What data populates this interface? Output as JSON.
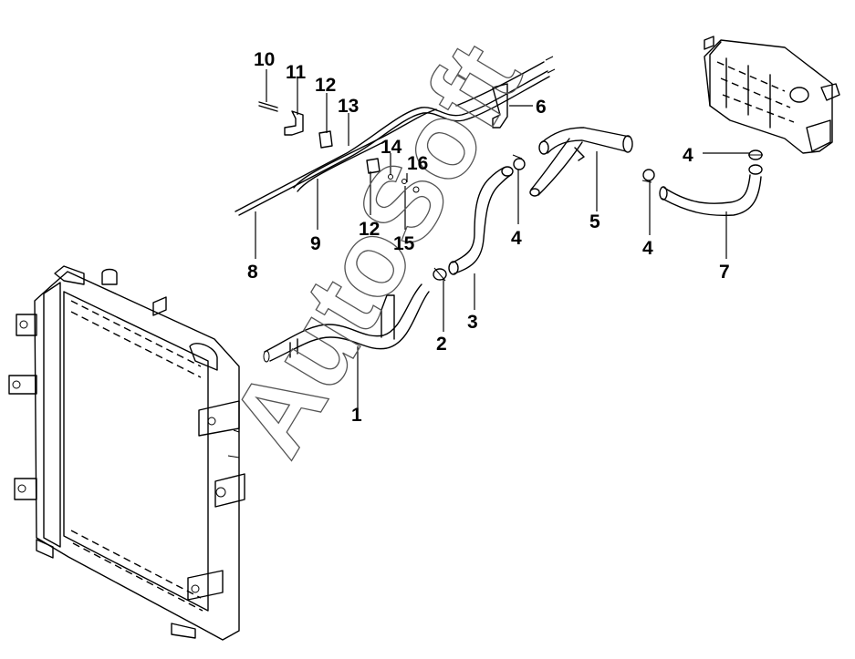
{
  "watermark": "AutoSoft",
  "callouts": [
    {
      "id": "c10",
      "text": "10"
    },
    {
      "id": "c11",
      "text": "11"
    },
    {
      "id": "c12a",
      "text": "12"
    },
    {
      "id": "c13",
      "text": "13"
    },
    {
      "id": "c14",
      "text": "14"
    },
    {
      "id": "c16",
      "text": "16"
    },
    {
      "id": "c12b",
      "text": "12"
    },
    {
      "id": "c15",
      "text": "15"
    },
    {
      "id": "c9",
      "text": "9"
    },
    {
      "id": "c8",
      "text": "8"
    },
    {
      "id": "c6",
      "text": "6"
    },
    {
      "id": "c5",
      "text": "5"
    },
    {
      "id": "c4a",
      "text": "4"
    },
    {
      "id": "c4b",
      "text": "4"
    },
    {
      "id": "c4c",
      "text": "4"
    },
    {
      "id": "c7",
      "text": "7"
    },
    {
      "id": "c3",
      "text": "3"
    },
    {
      "id": "c2",
      "text": "2"
    },
    {
      "id": "c1",
      "text": "1"
    }
  ]
}
